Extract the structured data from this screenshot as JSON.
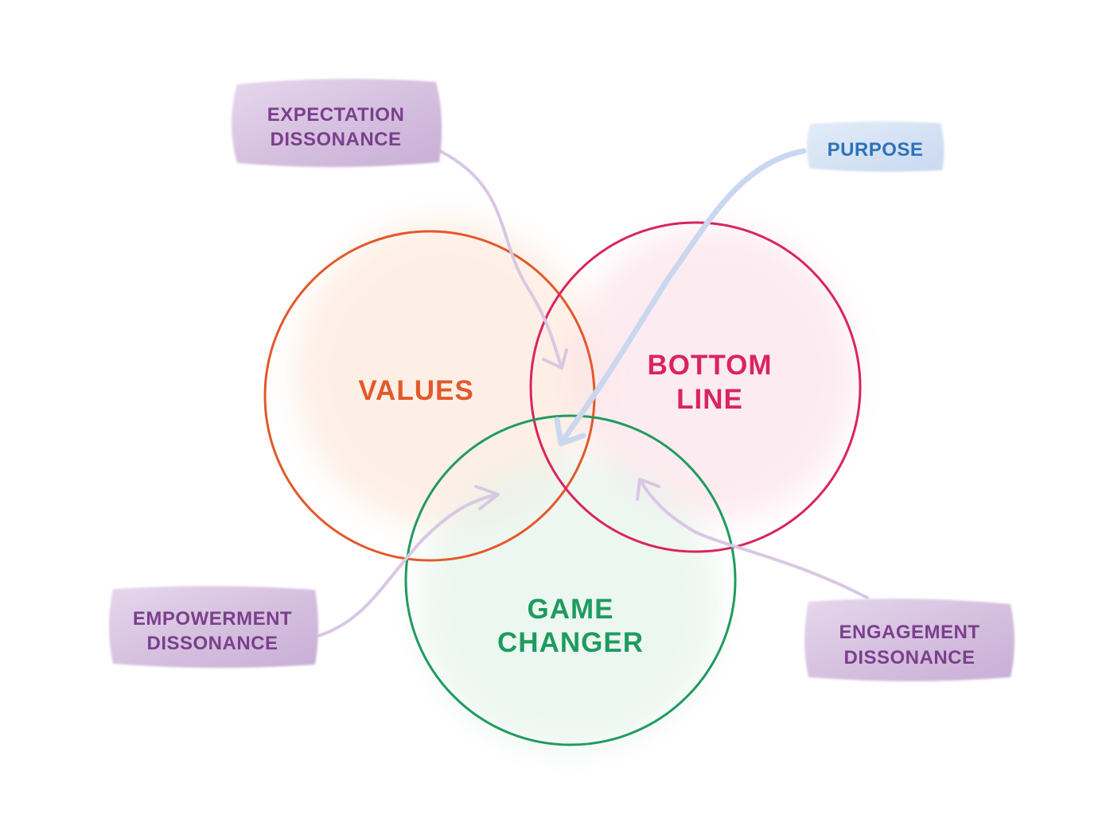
{
  "colors": {
    "values": "#e2592a",
    "bottom_line": "#d9245f",
    "game_changer": "#1f9b5f",
    "dissonance_text": "#7b3f8c",
    "purpose_text": "#2e72b8"
  },
  "circles": {
    "values": {
      "line1": "VALUES"
    },
    "bottom_line": {
      "line1": "BOTTOM",
      "line2": "LINE"
    },
    "game_changer": {
      "line1": "GAME",
      "line2": "CHANGER"
    }
  },
  "tags": {
    "expectation": {
      "line1": "EXPECTATION",
      "line2": "DISSONANCE"
    },
    "purpose": {
      "line1": "PURPOSE"
    },
    "empowerment": {
      "line1": "EMPOWERMENT",
      "line2": "DISSONANCE"
    },
    "engagement": {
      "line1": "ENGAGEMENT",
      "line2": "DISSONANCE"
    }
  }
}
